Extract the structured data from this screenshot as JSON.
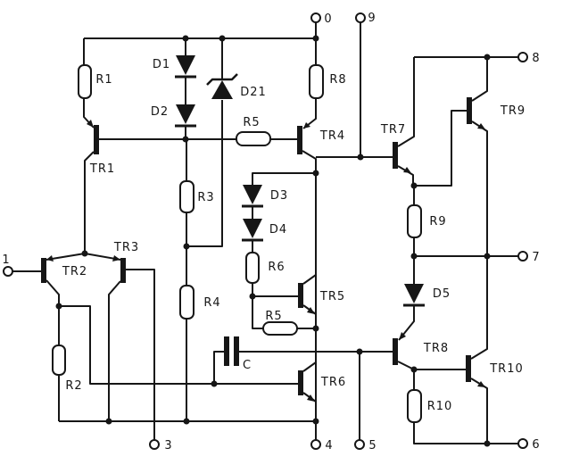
{
  "labels": {
    "r1": "R1",
    "r2": "R2",
    "r3": "R3",
    "r4": "R4",
    "r5a": "R5",
    "r5b": "R5",
    "r6": "R6",
    "r8": "R8",
    "r9": "R9",
    "r10": "R10",
    "tr1": "TR1",
    "tr2": "TR2",
    "tr3": "TR3",
    "tr4": "TR4",
    "tr5": "TR5",
    "tr6": "TR6",
    "tr7": "TR7",
    "tr8": "TR8",
    "tr9": "TR9",
    "tr10": "TR10",
    "d1": "D1",
    "d2": "D2",
    "d3": "D3",
    "d4": "D4",
    "d5": "D5",
    "d21": "D21",
    "c": "C",
    "t0": "0",
    "t1": "1",
    "t3": "3",
    "t4": "4",
    "t5": "5",
    "t6": "6",
    "t7": "7",
    "t8": "8",
    "t9": "9"
  },
  "colors": {
    "line": "#161616",
    "background": "#ffffff"
  }
}
